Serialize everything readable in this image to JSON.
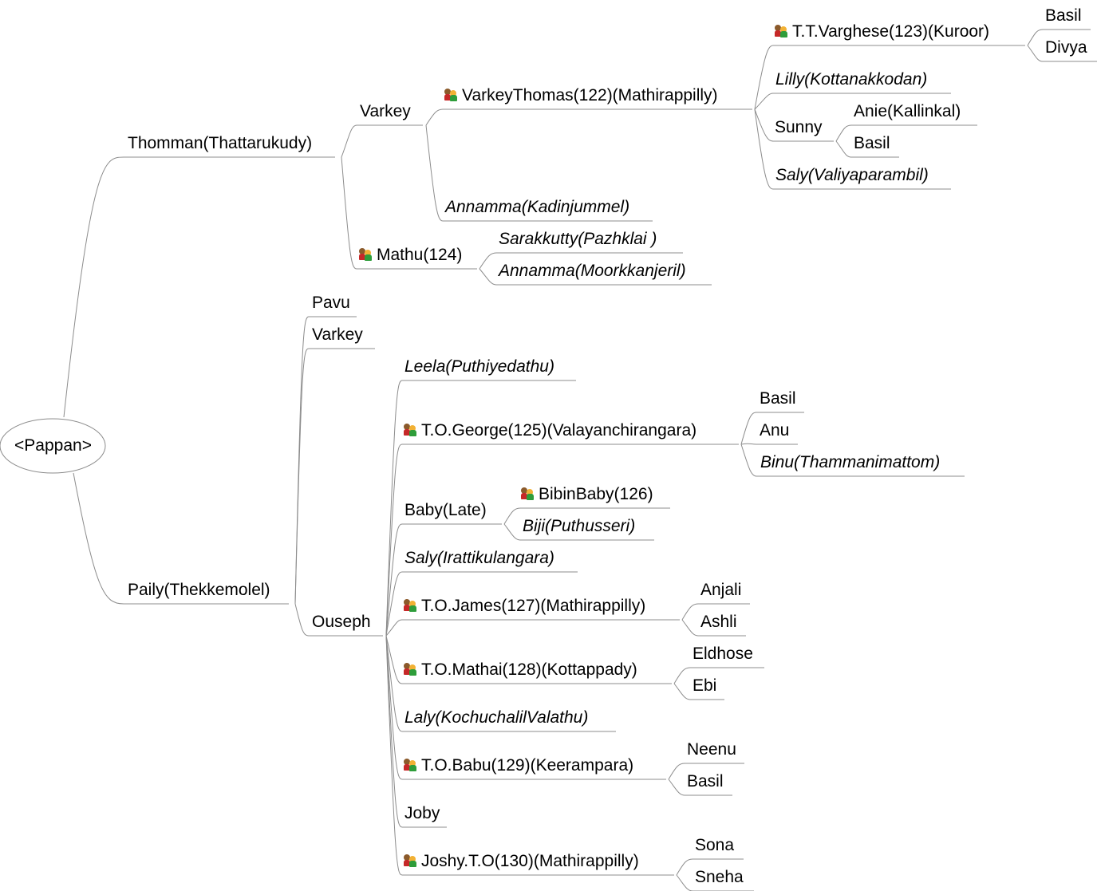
{
  "root": {
    "label": "<Pappan>"
  },
  "icon": "family-icon",
  "nodes": {
    "thomman": "Thomman(Thattarukudy)",
    "varkey1": "Varkey",
    "varkey_thomas": "VarkeyThomas(122)(Mathirappilly)",
    "tt_varghese": "T.T.Varghese(123)(Kuroor)",
    "basil_tt": "Basil",
    "divya": "Divya",
    "lilly": "Lilly(Kottanakkodan)",
    "sunny": "Sunny",
    "anie": "Anie(Kallinkal)",
    "basil_sunny": "Basil",
    "saly_v": "Saly(Valiyaparambil)",
    "annamma_k": "Annamma(Kadinjummel)",
    "mathu": "Mathu(124)",
    "sarakkutty": "Sarakkutty(Pazhklai )",
    "annamma_m": "Annamma(Moorkkanjeril)",
    "paily": "Paily(Thekkemolel)",
    "pavu": "Pavu",
    "varkey2": "Varkey",
    "ouseph": "Ouseph",
    "leela": "Leela(Puthiyedathu)",
    "to_george": "T.O.George(125)(Valayanchirangara)",
    "basil_g": "Basil",
    "anu": "Anu",
    "binu": "Binu(Thammanimattom)",
    "baby": "Baby(Late)",
    "bibin": "BibinBaby(126)",
    "biji": "Biji(Puthusseri)",
    "saly_i": "Saly(Irattikulangara)",
    "to_james": "T.O.James(127)(Mathirappilly)",
    "anjali": "Anjali",
    "ashli": "Ashli",
    "to_mathai": "T.O.Mathai(128)(Kottappady)",
    "eldhose": "Eldhose",
    "ebi": "Ebi",
    "laly": "Laly(KochuchalilValathu)",
    "to_babu": "T.O.Babu(129)(Keerampara)",
    "neenu": "Neenu",
    "basil_b": "Basil",
    "joby": "Joby",
    "joshy": "Joshy.T.O(130)(Mathirappilly)",
    "sona": "Sona",
    "sneha": "Sneha"
  }
}
